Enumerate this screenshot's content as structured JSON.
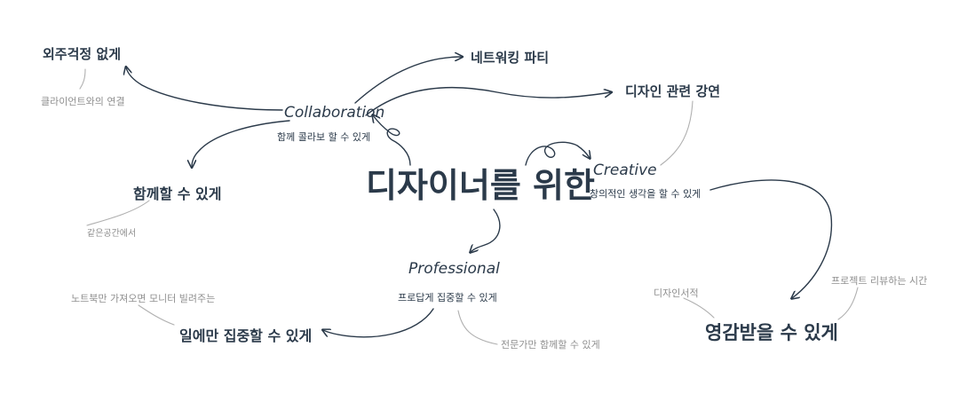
{
  "colors": {
    "ink": "#2b3a4a",
    "muted": "#8f8f8f",
    "muted_line": "#b0b0b0",
    "background": "#ffffff"
  },
  "center": {
    "text": "디자이너를 위한"
  },
  "branches": {
    "collaboration": {
      "title": "Collaboration",
      "subtitle": "함께 콜라보 할 수 있게"
    },
    "creative": {
      "title": "Creative",
      "subtitle": "창의적인 생각을 할 수 있게"
    },
    "professional": {
      "title": "Professional",
      "subtitle": "프로답게 집중할 수 있게"
    }
  },
  "leaves": {
    "outsourcing": {
      "title": "외주걱정 없게",
      "note": "클라이언트와의 연결"
    },
    "networking": {
      "title": "네트워킹 파티"
    },
    "lecture": {
      "title": "디자인 관련 강연"
    },
    "together": {
      "title": "함께할 수 있게",
      "note": "같은공간에서"
    },
    "focus_work": {
      "title": "일에만 집중할 수 있게",
      "note": "노트북만 가져오면 모니터 빌려주는"
    },
    "experts": {
      "note": "전문가만 함께할 수 있게"
    },
    "inspiration": {
      "title": "영감받을 수 있게",
      "note_left": "디자인서적",
      "note_right": "프로젝트 리뷰하는 시간"
    }
  }
}
